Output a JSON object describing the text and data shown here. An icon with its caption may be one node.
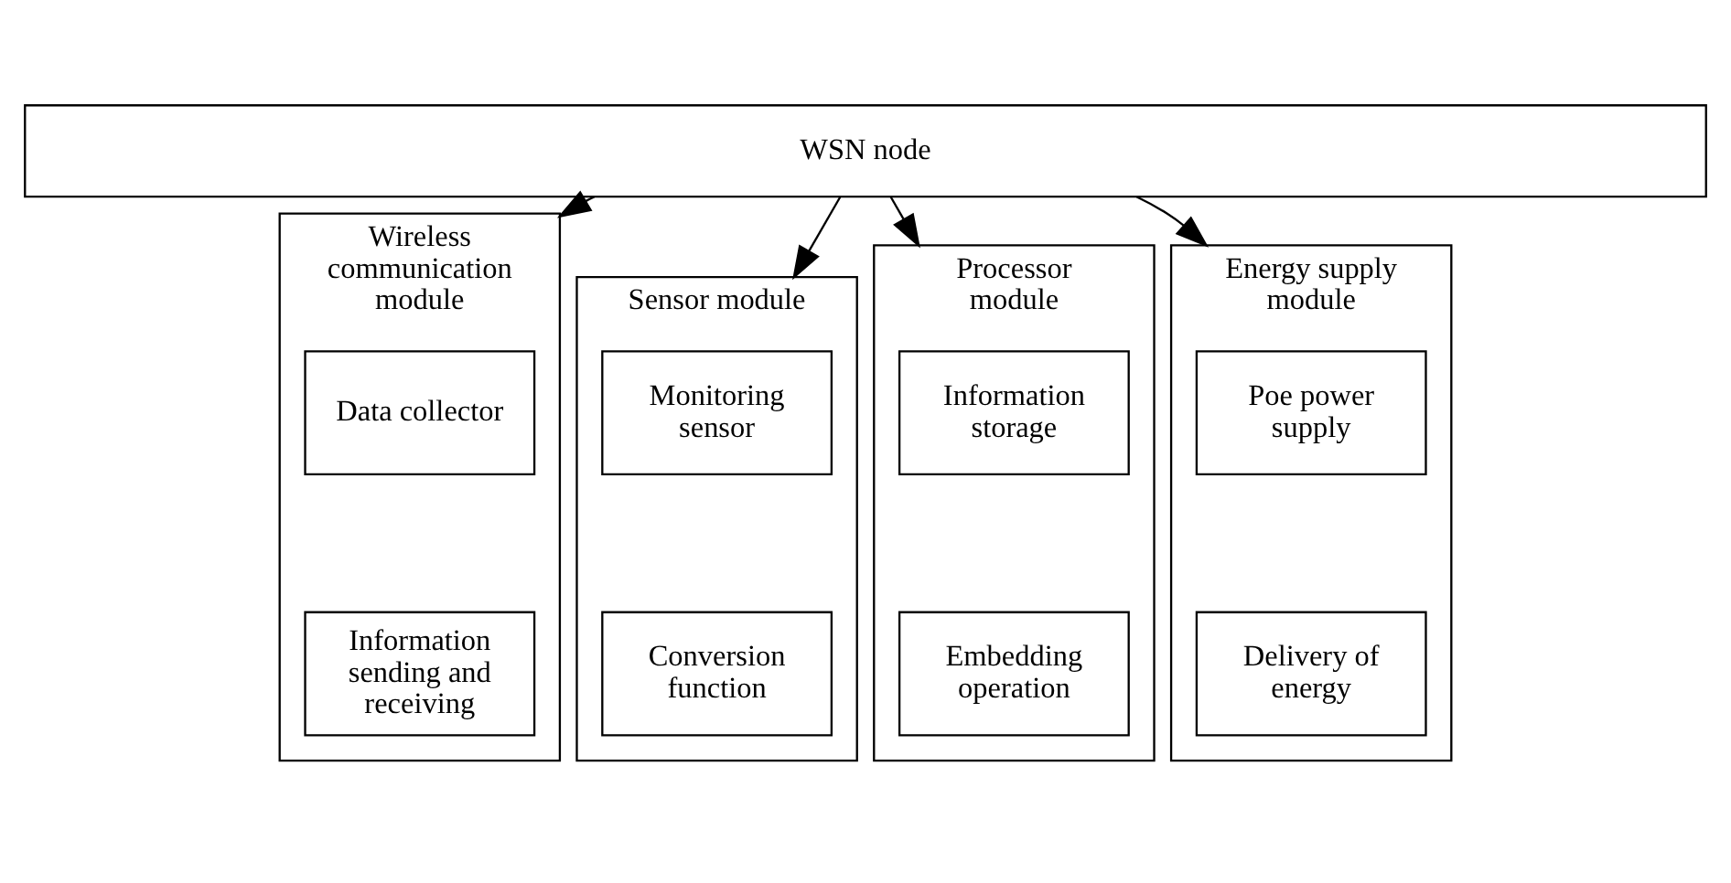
{
  "diagram": {
    "nodes": [
      {
        "text": [
          "WSN node"
        ]
      },
      {
        "text": [
          "Wireless communication module"
        ]
      },
      {
        "text": [
          "Data collector"
        ],
        "in": 1
      },
      {
        "text": [
          "Information sending and receiving"
        ],
        "in": 1
      },
      {
        "text": [
          "Sensor module"
        ]
      },
      {
        "text": [
          "Monitoring sensor"
        ],
        "in": 4
      },
      {
        "text": [
          "Conversion function"
        ],
        "in": 4
      },
      {
        "text": [
          "Processor module"
        ]
      },
      {
        "text": [
          "Information storage"
        ],
        "in": 7
      },
      {
        "text": [
          "Embedding operation"
        ],
        "in": 7
      },
      {
        "text": [
          "Energy supply module"
        ]
      },
      {
        "text": [
          "Poe power supply"
        ],
        "in": 10
      },
      {
        "text": [
          "Delivery of energy"
        ],
        "in": 10
      }
    ],
    "edges": [
      {
        "from": 0,
        "to": 1,
        "arrow": "to"
      },
      {
        "from": 0,
        "to": 4,
        "arrow": "to"
      },
      {
        "from": 0,
        "to": 7,
        "arrow": "to"
      },
      {
        "from": 0,
        "to": 10,
        "arrow": "to"
      }
    ]
  }
}
